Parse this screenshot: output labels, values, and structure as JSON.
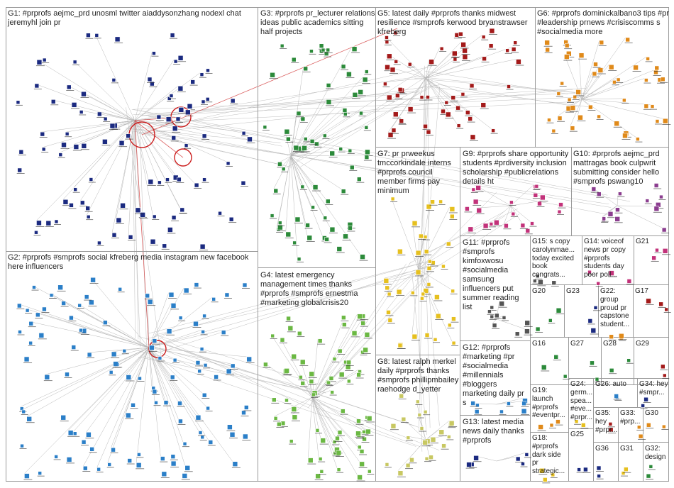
{
  "title": "",
  "colors": {
    "border": "#9a9a9a",
    "edge": "#b8b8b8",
    "edge_red": "#cc1f1f",
    "g1": "#1b2a80",
    "g2": "#2b7fc8",
    "g3": "#2c8a3a",
    "g4": "#6bb843",
    "g5": "#a31a1a",
    "g6": "#e08a1a",
    "g7": "#e6c01f",
    "g8": "#c8c862",
    "g9": "#c2327a",
    "g10": "#8b3d8f",
    "g11": "#555555",
    "misc": "#888888"
  },
  "groups": [
    {
      "id": "G1",
      "label": "G1: #prprofs aejmc_prd unosml twitter aiaddysonzhang nodexl chat jeremyhl join pr",
      "color_key": "g1",
      "nodes": 95
    },
    {
      "id": "G2",
      "label": "G2: #prprofs #smprofs social kfreberg media instagram new facebook here influencers",
      "color_key": "g2",
      "nodes": 110
    },
    {
      "id": "G3",
      "label": "G3: #prprofs pr_lecturer relations ideas public academics sitting half projects",
      "color_key": "g3",
      "nodes": 70
    },
    {
      "id": "G4",
      "label": "G4: latest emergency management times thanks #prprofs #smprofs ernestma #marketing globalcrisis20",
      "color_key": "g4",
      "nodes": 75
    },
    {
      "id": "G5",
      "label": "G5: latest daily #prprofs thanks midwest resilience #smprofs kerwood bryanstrawser kfreberg",
      "color_key": "g5",
      "nodes": 55
    },
    {
      "id": "G6",
      "label": "G6: #prprofs dominickalbano3 tips #pr #leadership prnews #crisiscomms s #socialmedia more",
      "color_key": "g6",
      "nodes": 45
    },
    {
      "id": "G7",
      "label": "G7: pr prweekus tmccorkindale interns #prprofs council member firms pay minimum",
      "color_key": "g7",
      "nodes": 40
    },
    {
      "id": "G8",
      "label": "G8: latest ralph merkel daily #prprofs thanks #smprofs phillipmbailey raehodge d_yetter",
      "color_key": "g8",
      "nodes": 22
    },
    {
      "id": "G9",
      "label": "G9: #prprofs share opportunity students #prdiversity inclusion scholarship #publicrelations details ht",
      "color_key": "g9",
      "nodes": 22
    },
    {
      "id": "G10",
      "label": "G10: #prprofs aejmc_prd mattragas book culpwrit submitting consider hello #smprofs pswang10",
      "color_key": "g10",
      "nodes": 14
    },
    {
      "id": "G11",
      "label": "G11: #prprofs #smprofs kimfoxwosu #socialmedia samsung influencers put summer reading list",
      "color_key": "g11",
      "nodes": 10
    },
    {
      "id": "G12",
      "label": "G12: #prprofs #marketing #pr #socialmedia #millennials #bloggers marketing daily pr s",
      "color_key": "g2",
      "nodes": 8
    },
    {
      "id": "G13",
      "label": "G13: latest media news daily thanks #prprofs",
      "color_key": "g1",
      "nodes": 6
    },
    {
      "id": "G14",
      "label": "G14: voiceof news pr copy #prprofs students day poor poll...",
      "color_key": "g9",
      "nodes": 4
    },
    {
      "id": "G15",
      "label": "G15: s copy carolynmae... today excited book congrats...",
      "color_key": "g11",
      "nodes": 4
    },
    {
      "id": "G16",
      "label": "G16",
      "color_key": "g3",
      "nodes": 3
    },
    {
      "id": "G17",
      "label": "G17",
      "color_key": "g5",
      "nodes": 3
    },
    {
      "id": "G18",
      "label": "G18: #prprofs dark side pr strategic...",
      "color_key": "g7",
      "nodes": 3
    },
    {
      "id": "G19",
      "label": "G19: launch #prprofs #eventpr...",
      "color_key": "g6",
      "nodes": 3
    },
    {
      "id": "G20",
      "label": "G20",
      "color_key": "g3",
      "nodes": 3
    },
    {
      "id": "G21",
      "label": "G21",
      "color_key": "g9",
      "nodes": 3
    },
    {
      "id": "G22",
      "label": "G22: group proud pr capstone student...",
      "color_key": "g6",
      "nodes": 3
    },
    {
      "id": "G23",
      "label": "G23",
      "color_key": "g1",
      "nodes": 3
    },
    {
      "id": "G24",
      "label": "G24: germ... spea... #eve... #prpr...",
      "color_key": "g7",
      "nodes": 2
    },
    {
      "id": "G25",
      "label": "G25",
      "color_key": "g1",
      "nodes": 2
    },
    {
      "id": "G26",
      "label": "G26: auto",
      "color_key": "g2",
      "nodes": 2
    },
    {
      "id": "G27",
      "label": "G27",
      "color_key": "g3",
      "nodes": 2
    },
    {
      "id": "G28",
      "label": "G28",
      "color_key": "g3",
      "nodes": 2
    },
    {
      "id": "G29",
      "label": "G29",
      "color_key": "g5",
      "nodes": 2
    },
    {
      "id": "G30",
      "label": "G30",
      "color_key": "g6",
      "nodes": 2
    },
    {
      "id": "G31",
      "label": "G31",
      "color_key": "g7",
      "nodes": 2
    },
    {
      "id": "G32",
      "label": "G32: design",
      "color_key": "g3",
      "nodes": 2
    },
    {
      "id": "G33",
      "label": "G33: #prp...",
      "color_key": "g6",
      "nodes": 2
    },
    {
      "id": "G34",
      "label": "G34: hey #smpr...",
      "color_key": "g1",
      "nodes": 2
    },
    {
      "id": "G35",
      "label": "G35: hey #prpr...",
      "color_key": "g5",
      "nodes": 2
    },
    {
      "id": "G36",
      "label": "G36",
      "color_key": "g1",
      "nodes": 2
    }
  ]
}
